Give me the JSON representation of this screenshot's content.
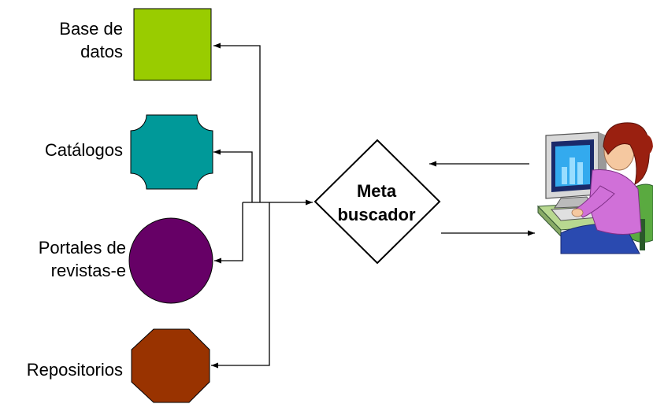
{
  "sources": [
    {
      "label": "Base de datos",
      "lines": [
        "Base de",
        "datos"
      ],
      "shape": "square",
      "color": "#99cc00"
    },
    {
      "label": "Catálogos",
      "lines": [
        "Catálogos"
      ],
      "shape": "plaque",
      "color": "#009999"
    },
    {
      "label": "Portales de revistas-e",
      "lines": [
        "Portales de",
        "revistas-e"
      ],
      "shape": "circle",
      "color": "#660066"
    },
    {
      "label": "Repositorios",
      "lines": [
        "Repositorios"
      ],
      "shape": "octagon",
      "color": "#993300"
    }
  ],
  "metabuscador": {
    "lines": [
      "Meta",
      "buscador"
    ]
  },
  "user": {
    "icon": "user-at-computer-icon"
  },
  "colors": {
    "line": "#000000",
    "diamond_fill": "#ffffff"
  }
}
